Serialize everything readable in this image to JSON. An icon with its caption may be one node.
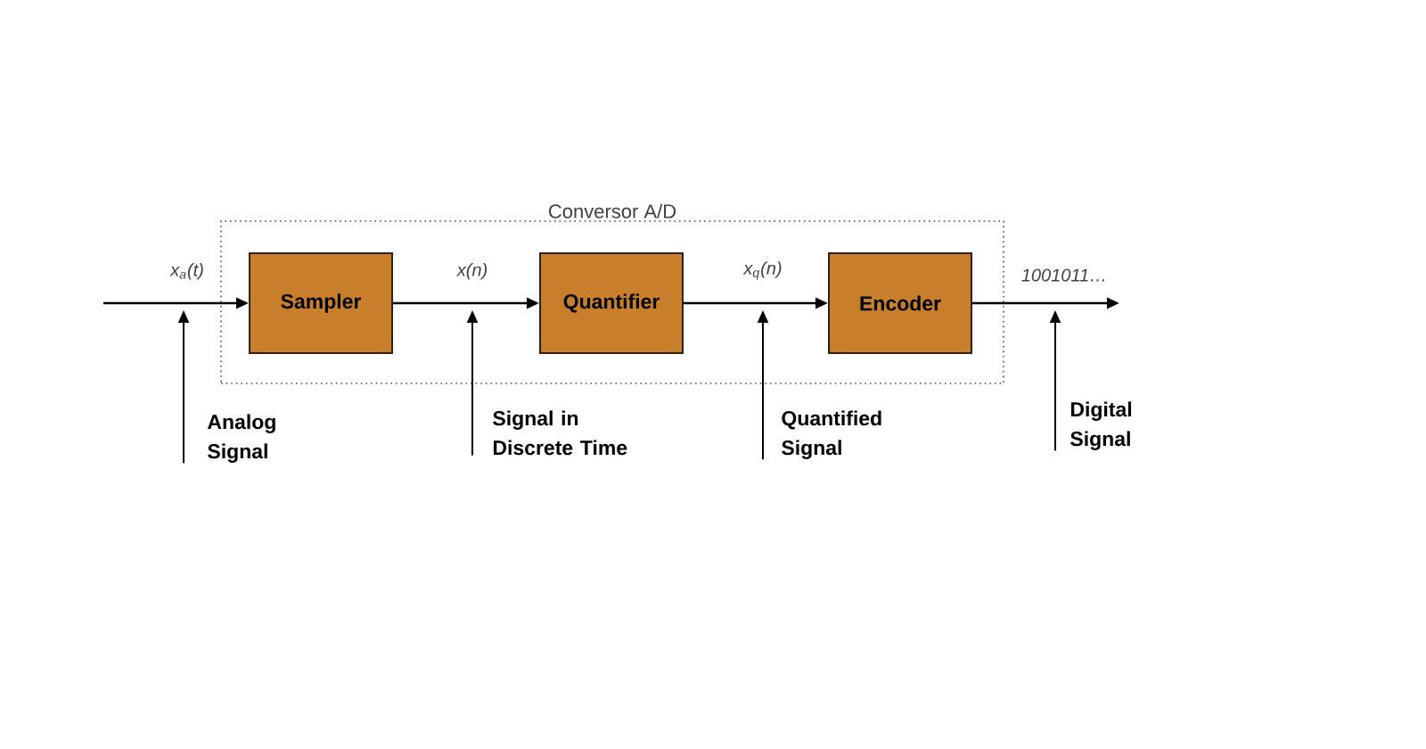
{
  "diagram": {
    "nodes": [
      {
        "text": [
          "Conversor A/D"
        ]
      },
      {
        "text": [
          "Sampler"
        ],
        "in": 0
      },
      {
        "text": [
          "Quantifier"
        ],
        "in": 0
      },
      {
        "text": [
          "Encoder"
        ],
        "in": 0
      },
      {
        "text": [
          "Analog Signal"
        ]
      },
      {
        "text": [
          "Signal in Discrete Time"
        ]
      },
      {
        "text": [
          "Quantified Signal"
        ]
      },
      {
        "text": [
          "Digital Signal"
        ]
      }
    ],
    "edges": [
      {
        "from": null,
        "to": 1,
        "arrow": "to",
        "label": "x$_{a}$(t)"
      },
      {
        "from": 1,
        "to": 2,
        "arrow": "to",
        "label": "x(n)"
      },
      {
        "from": 2,
        "to": 3,
        "arrow": "to",
        "label": "x$_{q}$(n)"
      },
      {
        "from": 3,
        "to": null,
        "arrow": "to",
        "label": "1001011…"
      },
      {
        "from": 4,
        "to": null,
        "arrow": "to"
      },
      {
        "from": 5,
        "to": null,
        "arrow": "to"
      },
      {
        "from": 6,
        "to": null,
        "arrow": "to"
      },
      {
        "from": 7,
        "to": null,
        "arrow": "to"
      }
    ]
  }
}
